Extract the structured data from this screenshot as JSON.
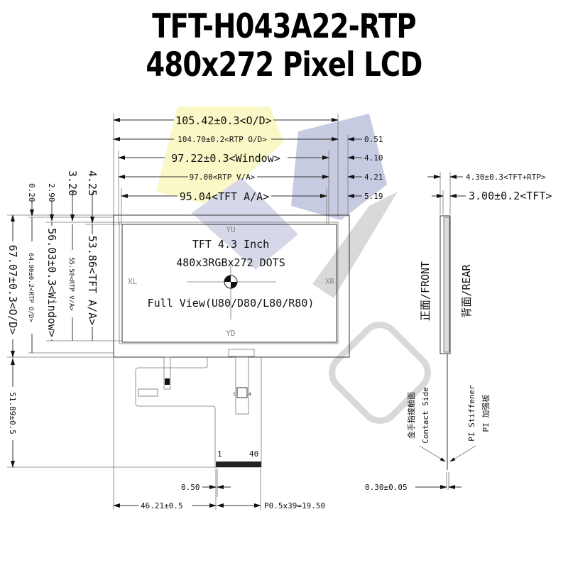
{
  "title": {
    "line1": "TFT-H043A22-RTP",
    "line2": "480x272 Pixel LCD"
  },
  "top_dims": {
    "outline": "105.42±0.3<O/D>",
    "rtp_outline": "104.70±0.2<RTP O/D>",
    "window": "97.22±0.3<Window>",
    "rtp_va": "97.00<RTP V/A>",
    "tft_aa": "95.04<TFT A/A>",
    "right_offsets": [
      "0.51",
      "4.10",
      "4.21",
      "5.19"
    ]
  },
  "left_dims": {
    "outline": "67.07±0.3<O/D>",
    "rtp_outline": "64.90±0.2<RTP O/D>",
    "window": "56.03±0.3<Window>",
    "rtp_va": "55.50<RTP V/A>",
    "tft_aa": "53.86<TFT A/A>",
    "top_offsets": [
      "0.20",
      "2.90",
      "3.20",
      "4.25"
    ],
    "fpc_length": "51.89±0.5"
  },
  "display": {
    "size": "TFT 4.3 Inch",
    "resolution": "480x3RGBx272 DOTS",
    "viewing": "Full View(U80/D80/L80/R80)",
    "yu": "YU",
    "yd": "YD",
    "xl": "XL",
    "xr": "XR"
  },
  "fpc": {
    "pin_first": "1",
    "pin_last": "40",
    "pin_width": "0.50",
    "offset": "46.21±0.5",
    "pitch": "P0.5x39=19.50",
    "touch_pin_first": "1",
    "touch_pin_last": "4"
  },
  "side_view": {
    "total_thickness": "4.30±0.3<TFT+RTP>",
    "tft_thickness": "3.00±0.2<TFT>",
    "front": "正面/FRONT",
    "rear": "背面/REAR",
    "contact_cn": "金手指接触面",
    "contact_en": "Contact Side",
    "stiffener_en": "PI Stiffener",
    "stiffener_cn": "PI 加强板",
    "fpc_thickness": "0.30±0.05"
  },
  "colors": {
    "watermark_yellow": "#f6f39a",
    "watermark_purple": "#9aa0c8",
    "line": "#333333"
  }
}
